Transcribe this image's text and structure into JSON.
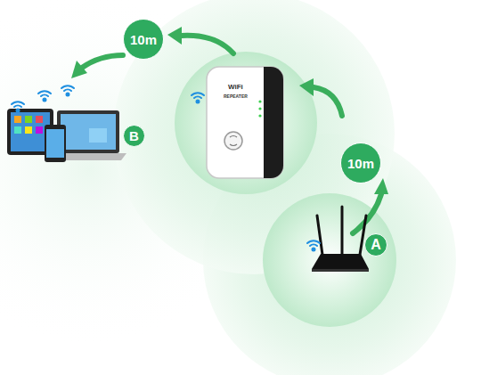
{
  "diagram": {
    "nodes": [
      {
        "text": [
          "10m"
        ]
      },
      {
        "text": [
          "B"
        ]
      },
      {
        "text": [
          "10m"
        ]
      },
      {
        "text": [
          "A"
        ]
      }
    ],
    "labels": [
      "WiFi",
      "REPEATER"
    ]
  }
}
